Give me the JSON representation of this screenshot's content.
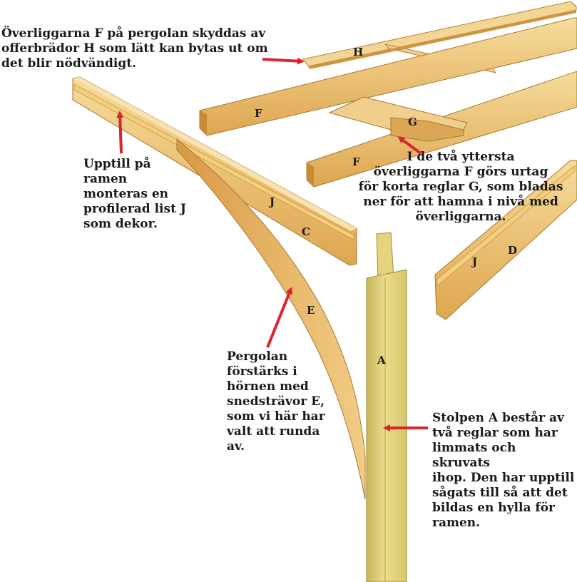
{
  "labels": {
    "a": "A",
    "c": "C",
    "d": "D",
    "e": "E",
    "f1": "F",
    "f2": "F",
    "g": "G",
    "h": "H",
    "j1": "J",
    "j2": "J"
  },
  "callouts": {
    "h": "Överliggarna F på pergolan skyddas av\noffer­brädor H som lätt kan bytas ut om\ndet blir nödvändigt.",
    "j": "Upptill på\nramen\nmonteras en\nprofilerad list J\nsom dekor.",
    "g": "I de två yttersta\növerliggarna F görs urtag\nför korta reglar G, som bladas\nner för att hamna i nivå med\növerliggarna.",
    "e": "Pergolan\nförstärks i\nhörnen med\nsnedsträvor E,\nsom vi här har\nvalt att runda\nav.",
    "a": "Stolpen A består av\ntvå reglar som har\nlimmats och skruvats\nihop. Den har upptill\nsågats till så att det\nbildas en hylla för\nramen."
  },
  "colors": {
    "wood_light": "#f0cd84",
    "wood_mid": "#e0ac55",
    "wood_dark": "#c88a34",
    "post_light": "#eadc8c",
    "post_dark": "#c9b65a",
    "arrow": "#d9262b"
  }
}
